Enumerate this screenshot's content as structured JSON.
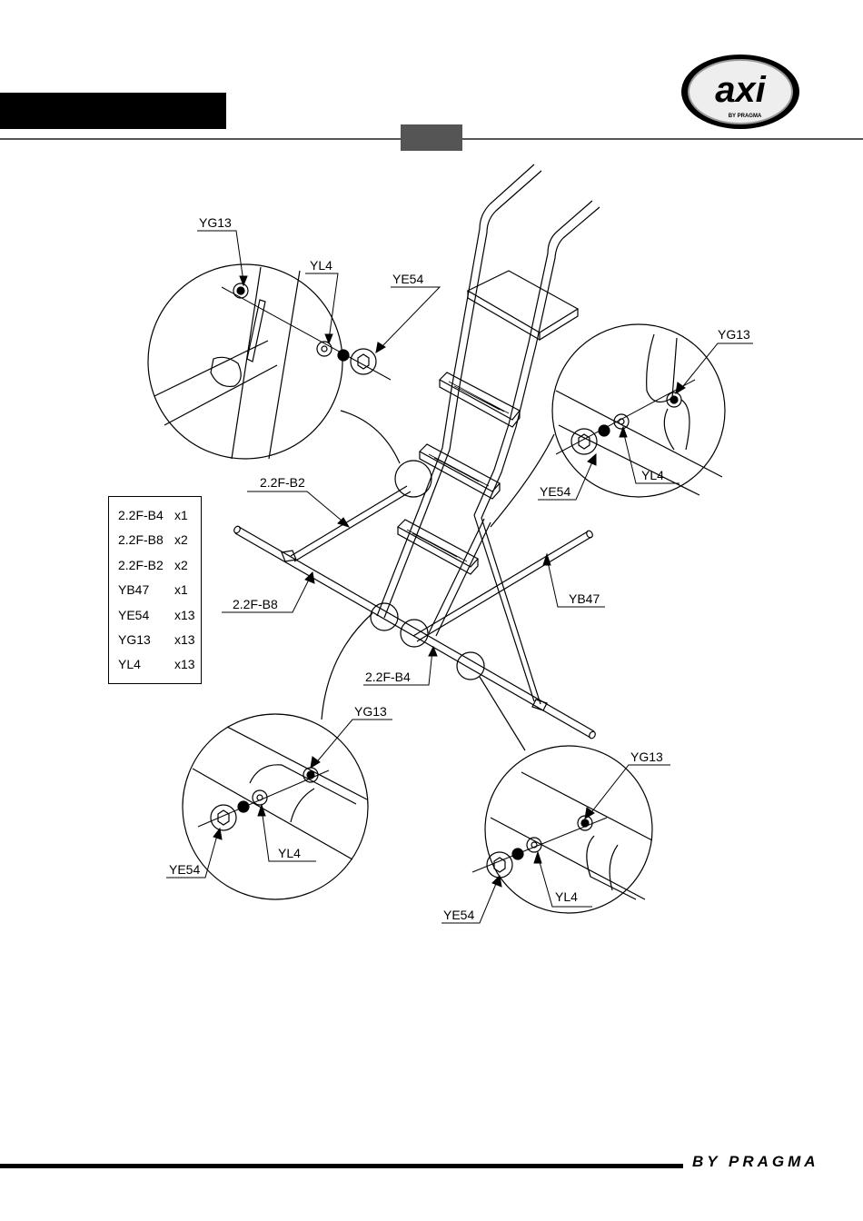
{
  "logo": {
    "brand": "axi",
    "sub": "BY PRAGMA"
  },
  "callouts": {
    "top_left": {
      "yg13": "YG13",
      "yl4": "YL4",
      "ye54": "YE54"
    },
    "top_right": {
      "yg13": "YG13",
      "yl4": "YL4",
      "ye54": "YE54"
    },
    "bottom_left": {
      "yg13": "YG13",
      "yl4": "YL4",
      "ye54": "YE54"
    },
    "bottom_right": {
      "yg13": "YG13",
      "yl4": "YL4",
      "ye54": "YE54"
    },
    "main": {
      "b2": "2.2F-B2",
      "b8": "2.2F-B8",
      "b4": "2.2F-B4",
      "yb47": "YB47"
    }
  },
  "parts_list": [
    {
      "code": "2.2F-B4",
      "qty": "x1"
    },
    {
      "code": "2.2F-B8",
      "qty": "x2"
    },
    {
      "code": "2.2F-B2",
      "qty": "x2"
    },
    {
      "code": "YB47",
      "qty": "x1"
    },
    {
      "code": "YE54",
      "qty": "x13"
    },
    {
      "code": "YG13",
      "qty": "x13"
    },
    {
      "code": "YL4",
      "qty": "x13"
    }
  ],
  "footer": {
    "brand": "BY PRAGMA"
  }
}
